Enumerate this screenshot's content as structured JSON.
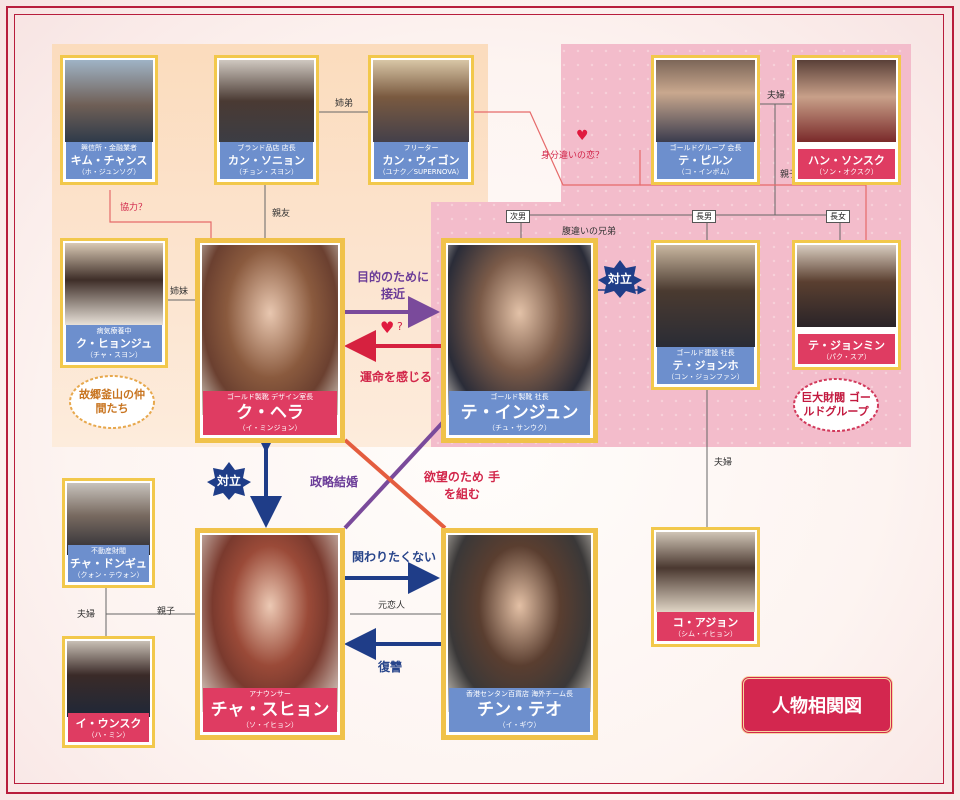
{
  "title": "人物相関図",
  "groups": {
    "hometown": "故郷釜山の仲間たち",
    "conglomerate": "巨大財閥 ゴールドグループ"
  },
  "characters": {
    "kim": {
      "role": "興信所・金融業者",
      "name": "キム・チャンス",
      "actor": "（ホ・ジュンソグ）"
    },
    "kang_s": {
      "role": "ブランド品店 店長",
      "name": "カン・ソニョン",
      "actor": "（チョン・スヨン）"
    },
    "kang_w": {
      "role": "フリーター",
      "name": "カン・ウィゴン",
      "actor": "（ユナク／SUPERNOVA）"
    },
    "ku_hj": {
      "role": "病気療養中",
      "name": "ク・ヒョンジュ",
      "actor": "（チャ・スヨン）"
    },
    "ku_hera": {
      "role": "ゴールド製靴 デザイン室長",
      "name": "ク・ヘラ",
      "actor": "（イ・ミンジョン）"
    },
    "tae_pilon": {
      "role": "ゴールドグループ 会長",
      "name": "テ・ピルン",
      "actor": "（コ・インボム）"
    },
    "han": {
      "role": "",
      "name": "ハン・ソンスク",
      "actor": "（ソン・オクスク）"
    },
    "tae_ij": {
      "role": "ゴールド製靴 社長",
      "name": "テ・インジュン",
      "actor": "（チュ・サンウク）"
    },
    "tae_jh": {
      "role": "ゴールド建設 社長",
      "name": "テ・ジョンホ",
      "actor": "（コン・ジョンファン）"
    },
    "tae_jm": {
      "role": "",
      "name": "テ・ジョンミン",
      "actor": "（パク・スア）"
    },
    "cha_dg": {
      "role": "不動産財閥",
      "name": "チャ・ドンギュ",
      "actor": "（クォン・テウォン）"
    },
    "cha_sh": {
      "role": "アナウンサー",
      "name": "チャ・スヒョン",
      "actor": "（ソ・イヒョン）"
    },
    "jin": {
      "role": "香港センタン百貨店 海外チーム長",
      "name": "チン・テオ",
      "actor": "（イ・ギウ）"
    },
    "lee": {
      "role": "",
      "name": "イ・ウンスク",
      "actor": "（ハ・ミン）"
    },
    "ko": {
      "role": "",
      "name": "コ・アジョン",
      "actor": "（シム・イヒョン）"
    }
  },
  "relations": {
    "siblings": "姉弟",
    "cooperate": "協力？",
    "best_friend": "親友",
    "sisters": "姉妹",
    "class_love": "身分違いの恋？",
    "couple": "夫婦",
    "parent_child": "親子",
    "second_son": "次男",
    "eldest_son": "長男",
    "eldest_daughter": "長女",
    "half_brothers": "腹違いの兄弟",
    "approach": "目的のために 接近",
    "fate": "運命を感じる",
    "rival": "対立",
    "political_marriage": "政略結婚",
    "greed": "欲望のため 手を組む",
    "no_involvement": "関わりたくない",
    "ex_lover": "元恋人",
    "revenge": "復讐",
    "heart_q": "?"
  },
  "colors": {
    "frame": "#b81d3c",
    "purple_arrow": "#7a4a9b",
    "red_arrow": "#d6213f",
    "blue_arrow": "#1f3d88",
    "orange_line": "#e45d3f"
  }
}
